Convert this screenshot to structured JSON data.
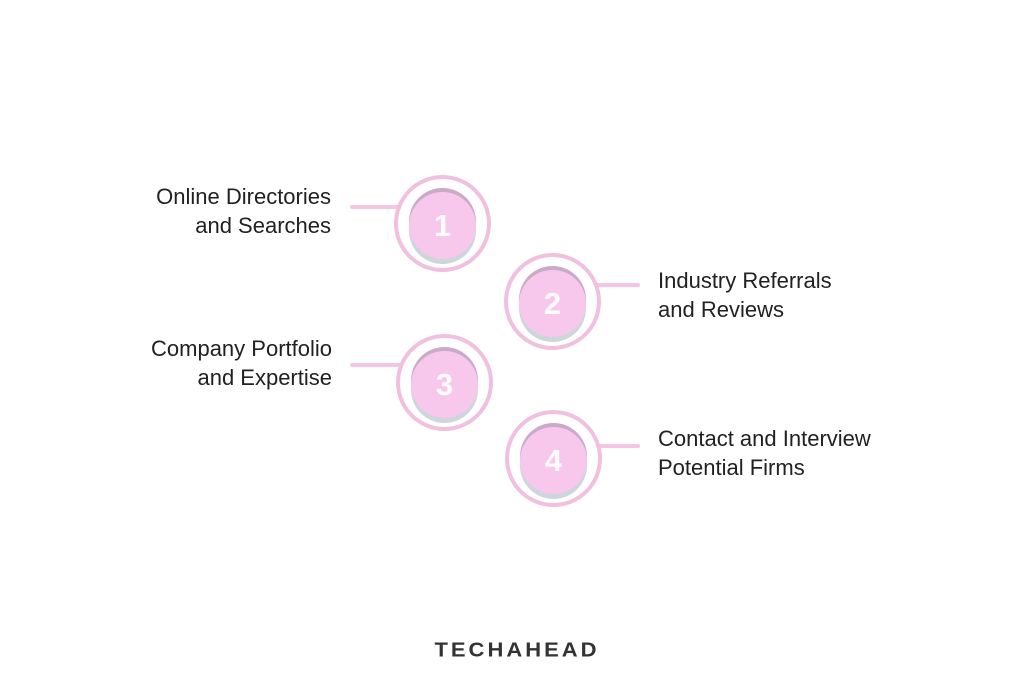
{
  "diagram": {
    "title_hidden": "",
    "steps": [
      {
        "number": "1",
        "label_line1": "Online Directories",
        "label_line2": "and Searches",
        "side": "left"
      },
      {
        "number": "2",
        "label_line1": "Industry Referrals",
        "label_line2": "and Reviews",
        "side": "right"
      },
      {
        "number": "3",
        "label_line1": "Company Portfolio",
        "label_line2": "and Expertise",
        "side": "left"
      },
      {
        "number": "4",
        "label_line1": "Contact and Interview",
        "label_line2": "Potential Firms",
        "side": "right"
      }
    ]
  },
  "brand": {
    "logo_text": "TECHAHEAD",
    "logo_color": "#333333"
  },
  "colors": {
    "background": "#ffffff",
    "ring_pink": "#f2c0df",
    "disc_pink": "#f8c7ec",
    "disc_shadow_top_mauve": "#c9abc9",
    "disc_shadow_bottom_gray": "#ccd6db",
    "connector_pink": "#f5c5e2",
    "number_text": "#fdfdfd",
    "label_text": "#212121"
  }
}
